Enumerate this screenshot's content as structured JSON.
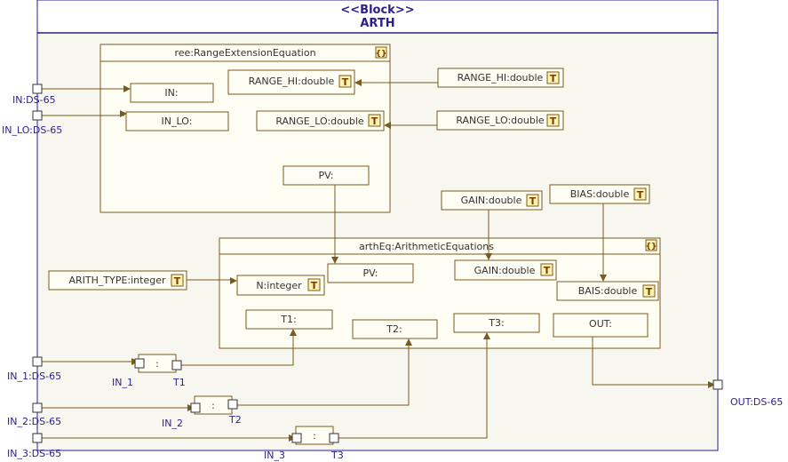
{
  "block": {
    "stereotype": "<<Block>>",
    "name": "ARTH"
  },
  "ree": {
    "title": "ree:RangeExtensionEquation",
    "icon": "{}",
    "parts": {
      "in": "IN:",
      "in_lo": "IN_LO:",
      "range_hi": "RANGE_HI:double",
      "range_lo": "RANGE_LO:double",
      "pv": "PV:"
    }
  },
  "arth_eq": {
    "title": "arthEq:ArithmeticEquations",
    "icon": "{}",
    "parts": {
      "n": "N:integer",
      "pv": "PV:",
      "gain": "GAIN:double",
      "bais": "BAIS:double",
      "t1": "T1:",
      "t2": "T2:",
      "t3": "T3:",
      "out": "OUT:"
    }
  },
  "params": {
    "range_hi": "RANGE_HI:double",
    "range_lo": "RANGE_LO:double",
    "gain": "GAIN:double",
    "bias": "BIAS:double",
    "arith_type": "ARITH_TYPE:integer"
  },
  "type_icon": "T",
  "ports": {
    "in": "IN:DS-65",
    "in_lo": "IN_LO:DS-65",
    "in_1": "IN_1:DS-65",
    "in_2": "IN_2:DS-65",
    "in_3": "IN_3:DS-65",
    "out": "OUT:DS-65"
  },
  "bindings": [
    {
      "label": ":",
      "left_port": "IN_1",
      "right_port": "T1"
    },
    {
      "label": ":",
      "left_port": "IN_2",
      "right_port": "T2"
    },
    {
      "label": ":",
      "left_port": "IN_3",
      "right_port": "T3"
    }
  ]
}
